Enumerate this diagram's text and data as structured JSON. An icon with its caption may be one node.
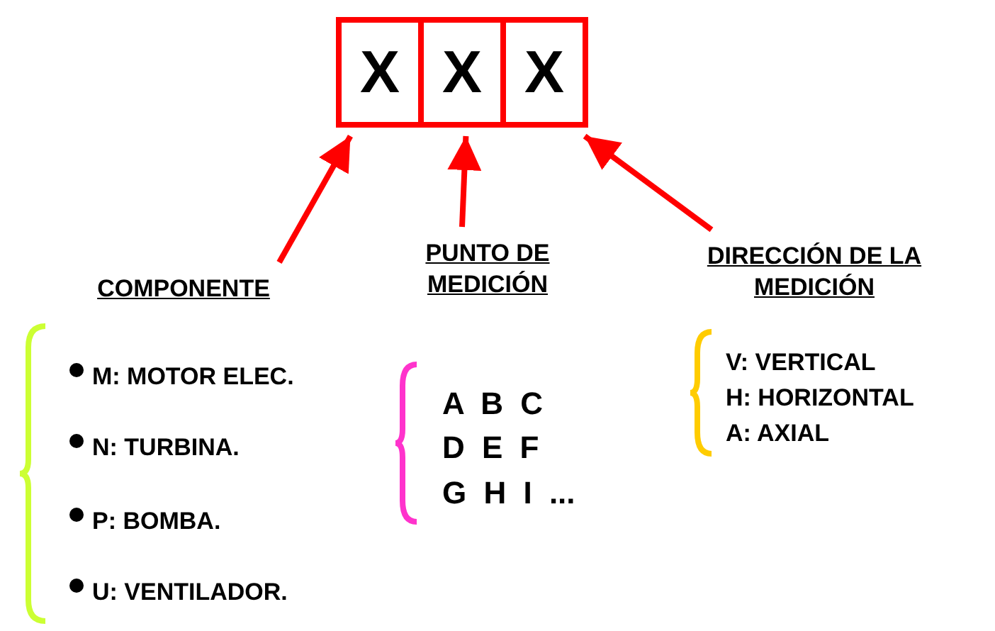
{
  "diagram": {
    "nodes": [
      {
        "text": [
          "X"
        ]
      },
      {
        "text": [
          "X"
        ]
      },
      {
        "text": [
          "X"
        ]
      },
      {
        "text": [
          "COMPONENTE"
        ]
      },
      {
        "text": [
          "PUNTO DE MEDICIÓN"
        ]
      },
      {
        "text": [
          "DIRECCIÓN DE LA MEDICIÓN"
        ]
      }
    ],
    "edges": [
      {
        "from": 3,
        "to": 0,
        "arrow": "to",
        "color": "#ff0000"
      },
      {
        "from": 4,
        "to": 1,
        "arrow": "to",
        "color": "#ff0000"
      },
      {
        "from": 5,
        "to": 2,
        "arrow": "to",
        "color": "#ff0000"
      }
    ],
    "labels": [
      "M: MOTOR ELEC.",
      "N: TURBINA.",
      "P: BOMBA.",
      "U: VENTILADOR.",
      "A B C",
      "D E F",
      "G H I ...",
      "V: VERTICAL",
      "H: HORIZONTAL",
      "A: AXIAL"
    ]
  }
}
